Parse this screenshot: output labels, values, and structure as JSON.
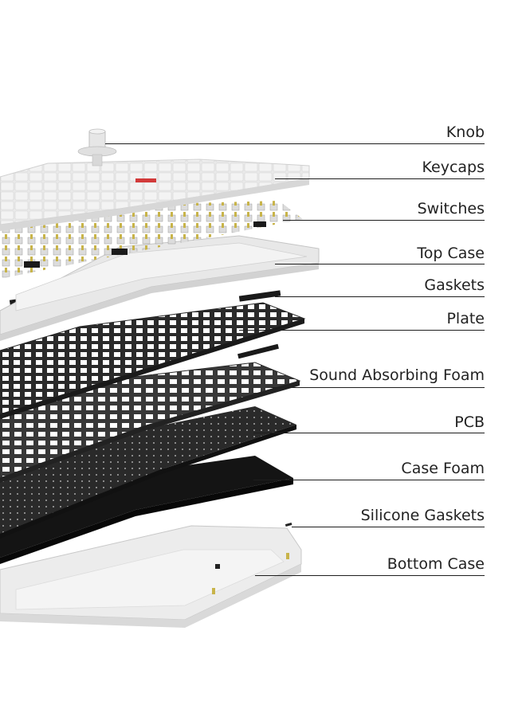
{
  "diagram": {
    "layers": [
      {
        "id": "knob",
        "label": "Knob"
      },
      {
        "id": "keycaps",
        "label": "Keycaps"
      },
      {
        "id": "switches",
        "label": "Switches"
      },
      {
        "id": "top-case",
        "label": "Top Case"
      },
      {
        "id": "gaskets",
        "label": "Gaskets"
      },
      {
        "id": "plate",
        "label": "Plate"
      },
      {
        "id": "sound-absorbing-foam",
        "label": "Sound Absorbing Foam"
      },
      {
        "id": "pcb",
        "label": "PCB"
      },
      {
        "id": "case-foam",
        "label": "Case Foam"
      },
      {
        "id": "silicone-gaskets",
        "label": "Silicone Gaskets"
      },
      {
        "id": "bottom-case",
        "label": "Bottom Case"
      }
    ]
  },
  "colors": {
    "case": "#e6e6e6",
    "case_shade": "#cfcfcf",
    "keycap": "#eeeeee",
    "keycap_accent": "#d23a3a",
    "switch_stem": "#c8b44a",
    "plate": "#2b2b2b",
    "foam": "#3a3a3a",
    "pcb": "#1f1f1f",
    "case_foam": "#151515",
    "line": "#1e1e1e",
    "text": "#222222"
  }
}
